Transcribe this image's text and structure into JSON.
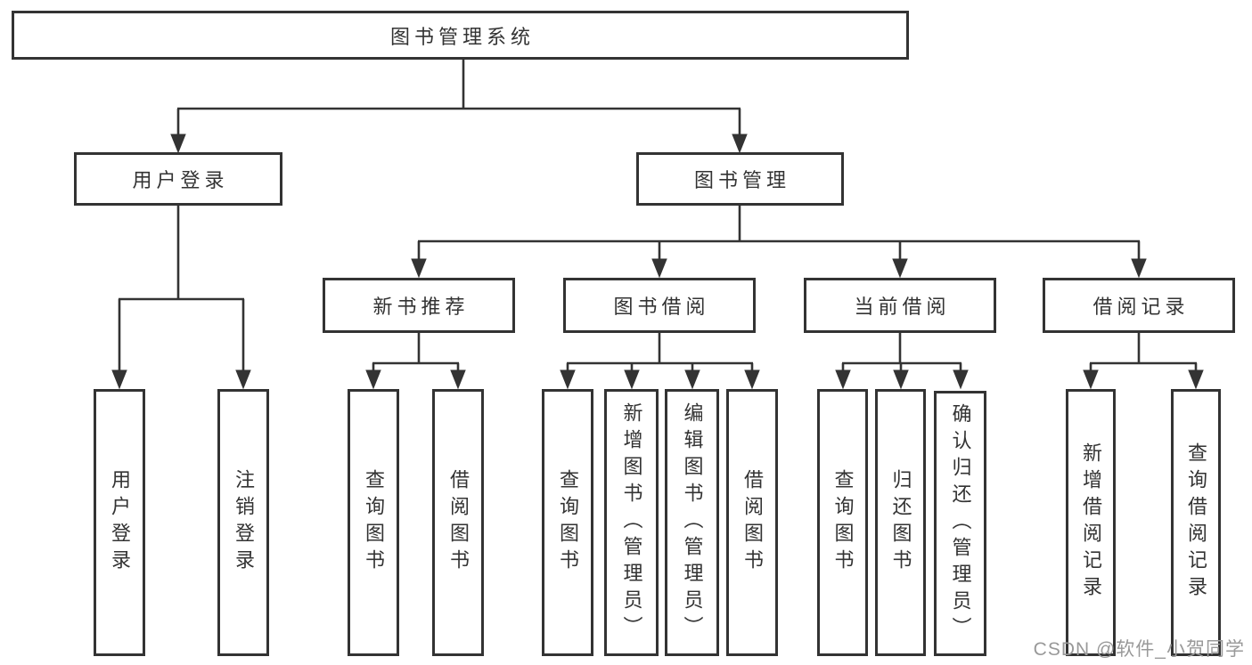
{
  "tree": {
    "root": {
      "label": "图书管理系统"
    },
    "level2": [
      {
        "label": "用户登录",
        "children": [
          "用户登录",
          "注销登录"
        ]
      },
      {
        "label": "图书管理"
      }
    ],
    "level3": [
      {
        "label": "新书推荐",
        "children": [
          "查询图书",
          "借阅图书"
        ]
      },
      {
        "label": "图书借阅",
        "children": [
          "查询图书",
          "新增图书（管理员）",
          "编辑图书（管理员）",
          "借阅图书"
        ]
      },
      {
        "label": "当前借阅",
        "children": [
          "查询图书",
          "归还图书",
          "确认归还（管理员）"
        ]
      },
      {
        "label": "借阅记录",
        "children": [
          "新增借阅记录",
          "查询借阅记录"
        ]
      }
    ]
  },
  "watermark": "CSDN @软件_小贺同学",
  "colors": {
    "line": "#333333",
    "text": "#333333",
    "box_background": "#ffffff",
    "watermark": "#999999"
  }
}
